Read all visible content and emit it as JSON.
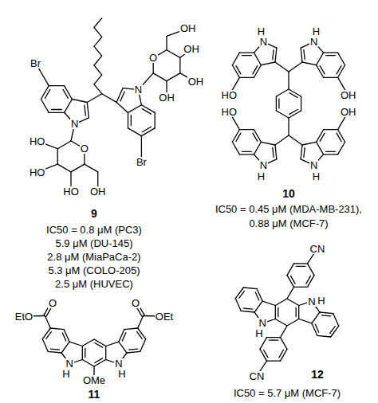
{
  "diagram": {
    "labels": [
      "Br",
      "N",
      "O",
      "HO",
      "HO",
      "HO",
      "OH",
      "Br",
      "N",
      "O",
      "OH",
      "OH",
      "OH",
      "OH",
      "9",
      "IC50 = 0.8 μM (PC3)",
      "5.9 μM (DU-145)",
      "2.8 μM (MiaPaCa-2)",
      "5.3 μM (COLO-205)",
      "2.5 μM (HUVEC)",
      "H",
      "N",
      "H",
      "N",
      "HO",
      "OH",
      "HO",
      "OH",
      "N",
      "H",
      "N",
      "H",
      "10",
      "IC50 = 0.45 μM (MDA-MB-231),",
      "0.88 μM (MCF-7)",
      "EtO",
      "O",
      "O",
      "OEt",
      "N",
      "H",
      "N",
      "H",
      "OMe",
      "11",
      "CN",
      "N",
      "H",
      "N",
      "H",
      "CN",
      "12",
      "IC50 = 5.7 μM (MCF-7)"
    ]
  }
}
